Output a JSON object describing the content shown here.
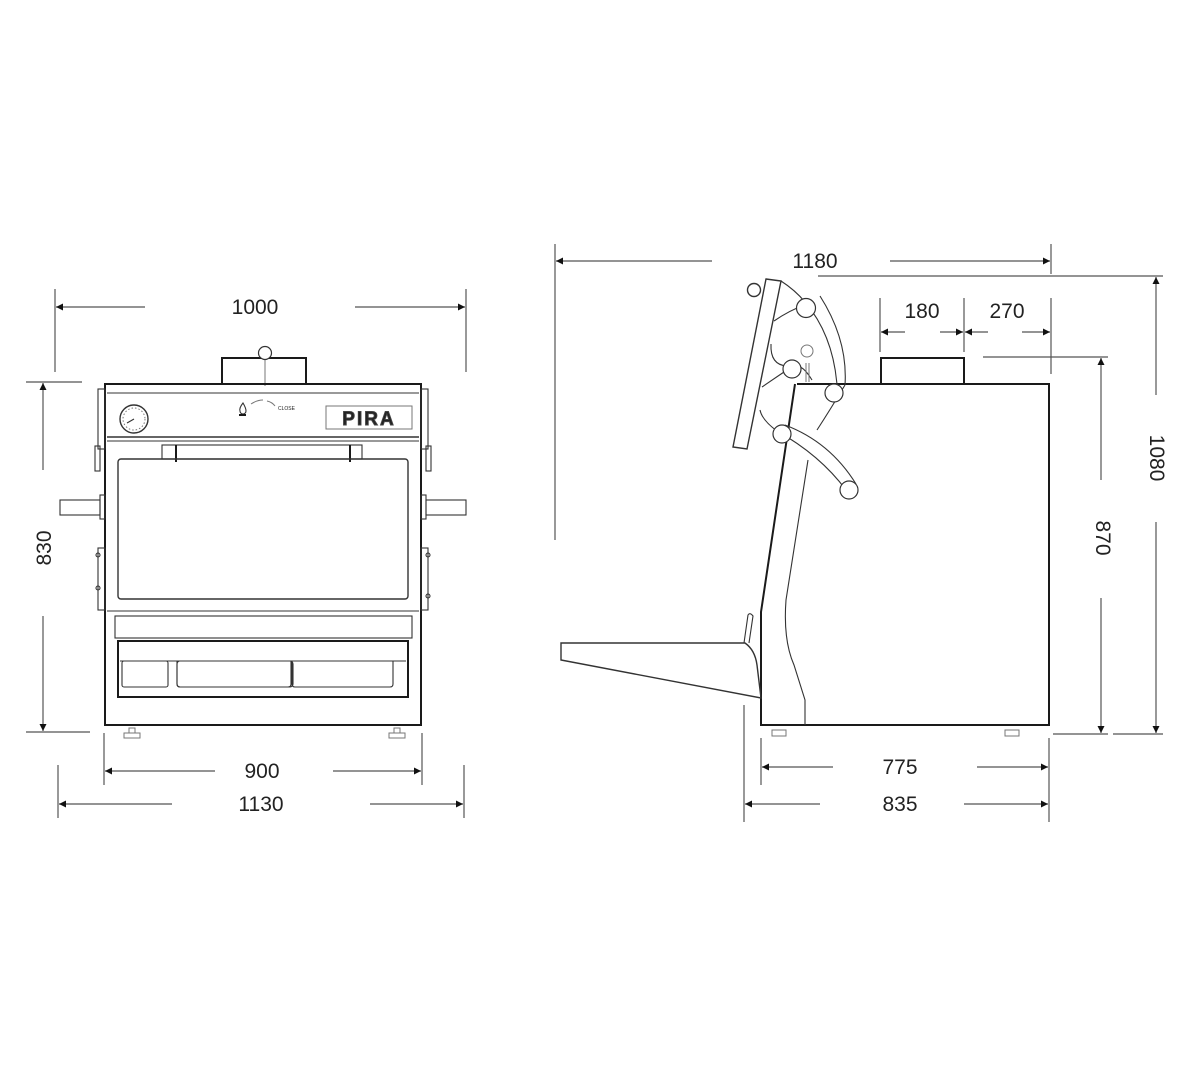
{
  "diagram": {
    "title": "Charcoal oven dimension drawing (front and side views)",
    "units": "mm",
    "colors": {
      "background": "#ffffff",
      "line": "#1a1a1a",
      "text": "#222222"
    },
    "front_view": {
      "brand_logo": "PIRA",
      "vent_label": "CLOSE",
      "icons": [
        "thermometer-gauge-icon",
        "flame-icon"
      ],
      "dimensions": {
        "top_width": "1000",
        "height": "830",
        "base_width": "900",
        "overall_width": "1130"
      }
    },
    "side_view": {
      "dimensions": {
        "overall_depth_open_door": "1180",
        "chimney_width": "180",
        "chimney_offset": "270",
        "overall_height": "1080",
        "body_height": "870",
        "base_depth": "775",
        "body_depth": "835"
      }
    }
  }
}
